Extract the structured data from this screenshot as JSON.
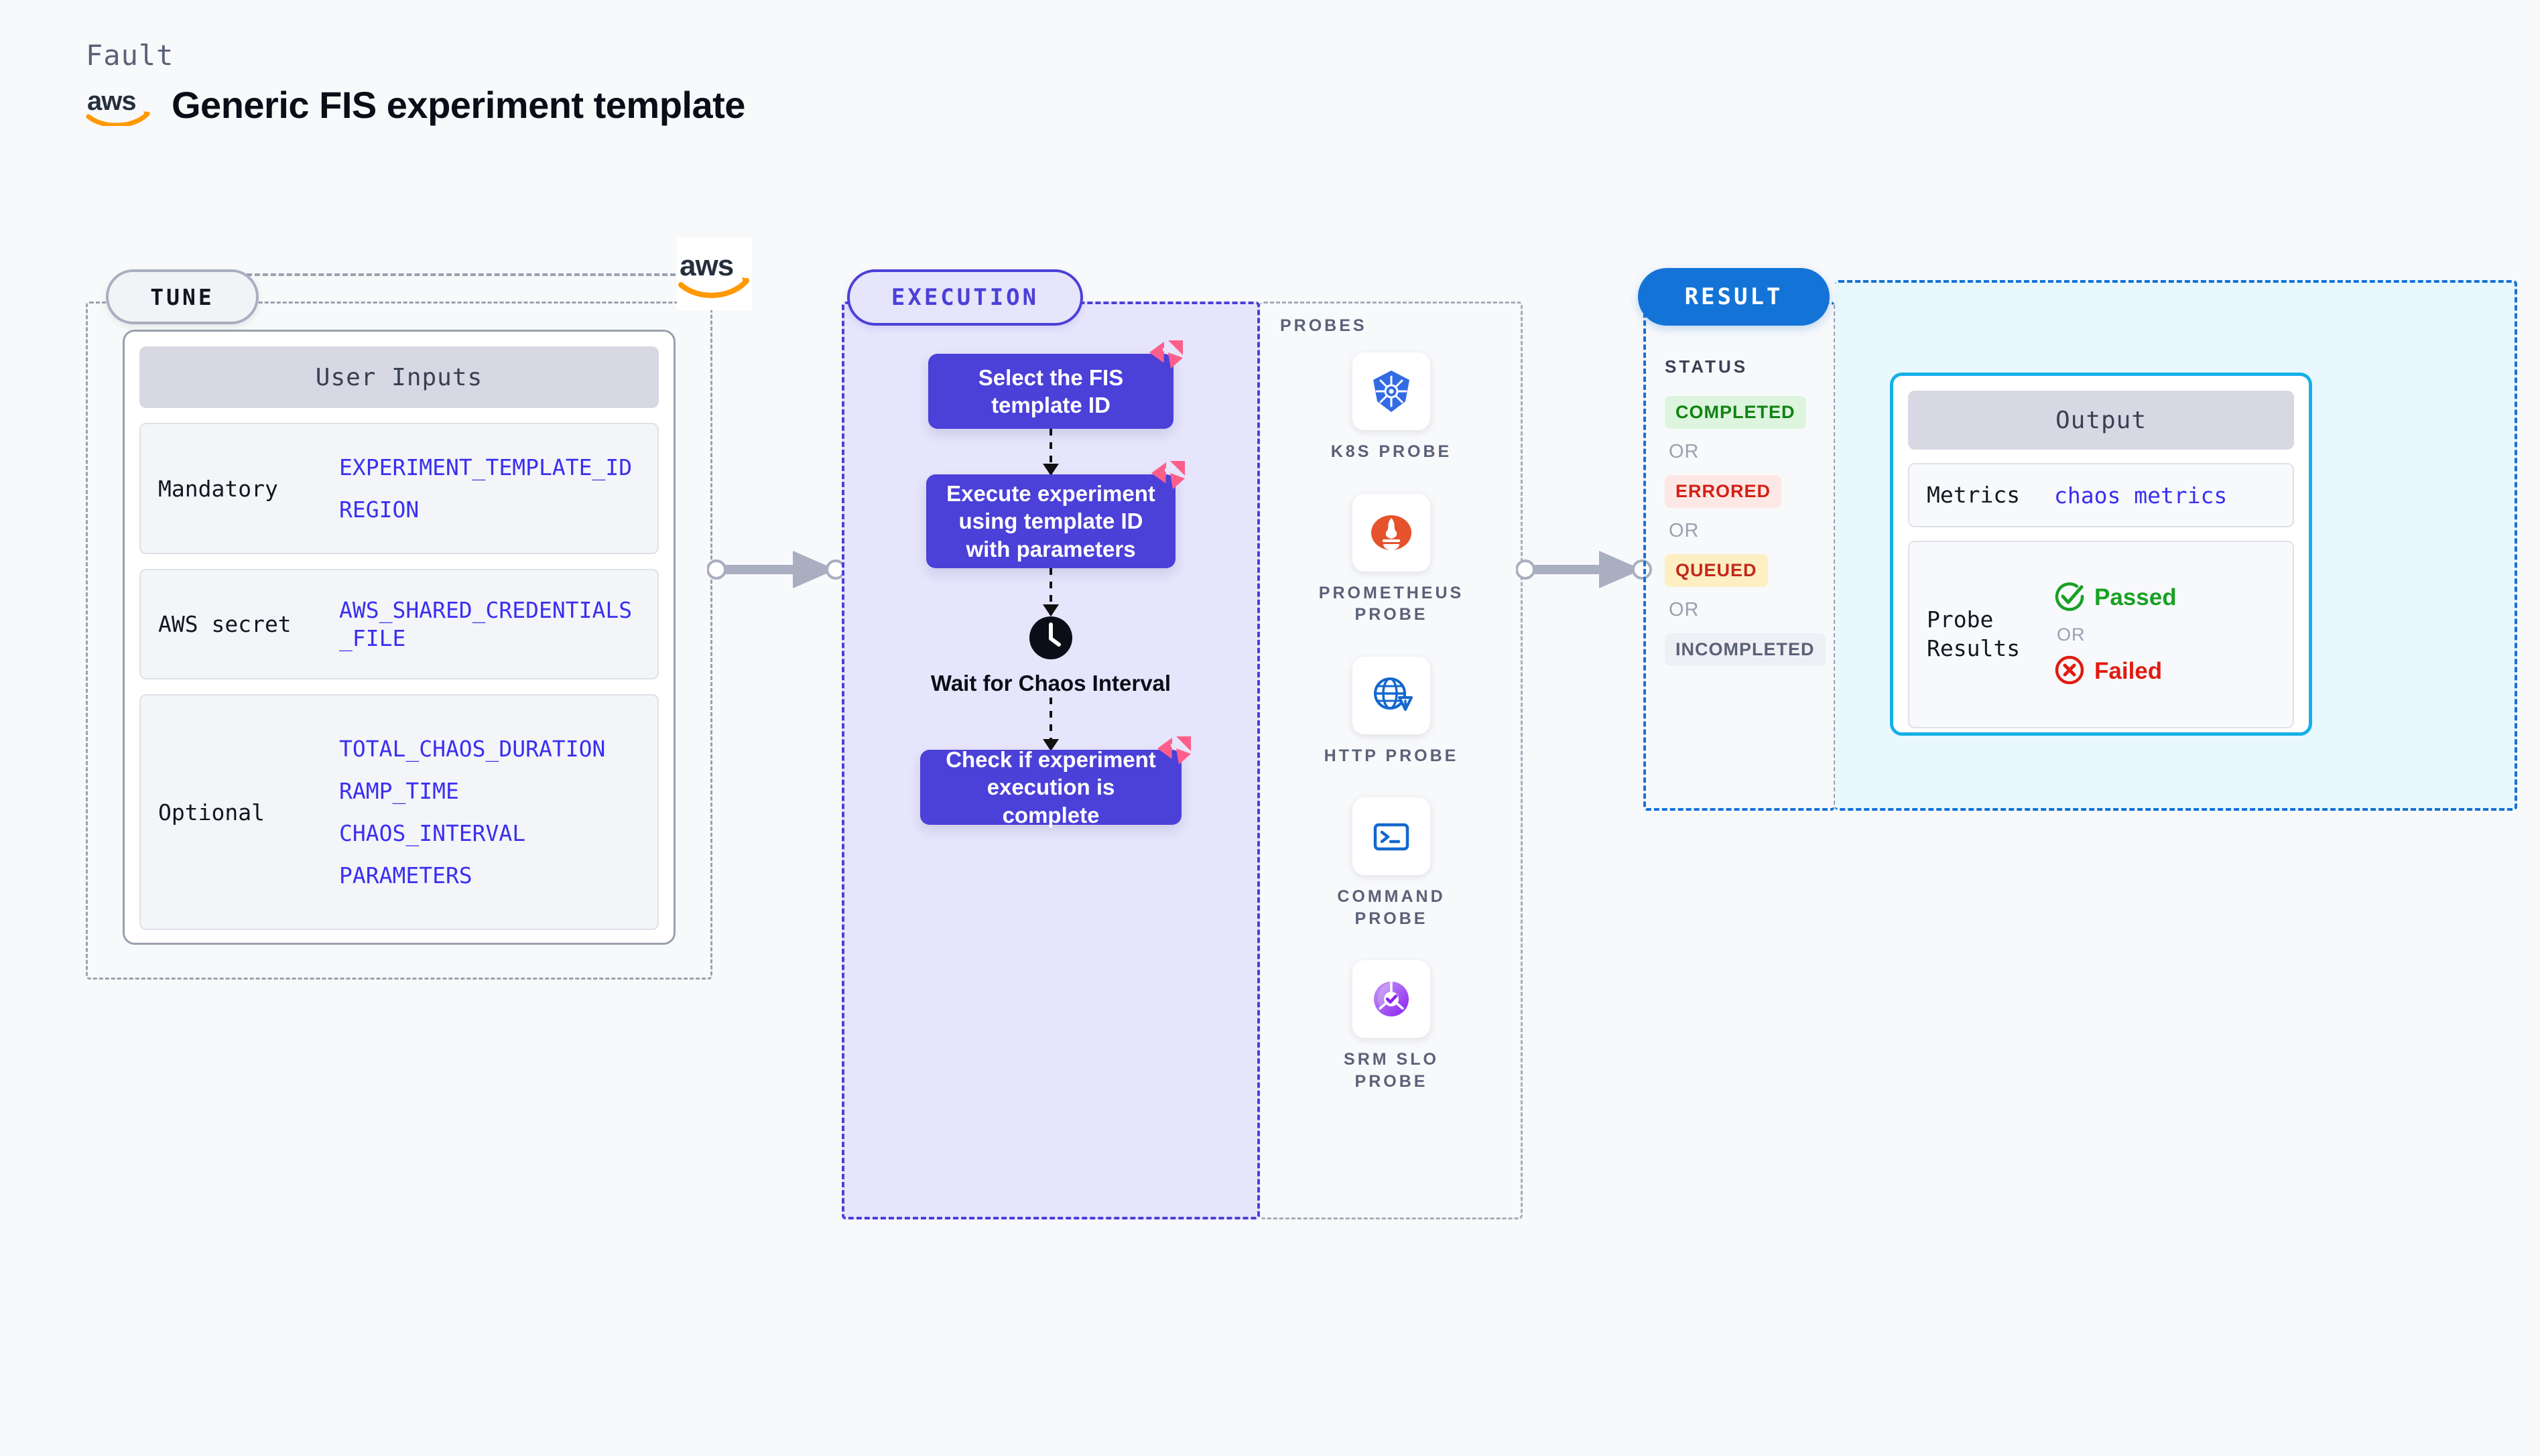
{
  "header": {
    "eyebrow": "Fault",
    "title": "Generic FIS experiment template",
    "logo_icon": "aws-logo"
  },
  "tune": {
    "badge": "TUNE",
    "provider_logo_icon": "aws-logo",
    "panel_title": "User Inputs",
    "rows": [
      {
        "label": "Mandatory",
        "values": [
          "EXPERIMENT_TEMPLATE_ID",
          "REGION"
        ]
      },
      {
        "label": "AWS secret",
        "values": [
          "AWS_SHARED_CREDENTIALS\n_FILE"
        ]
      },
      {
        "label": "Optional",
        "values": [
          "TOTAL_CHAOS_DURATION",
          "RAMP_TIME",
          "CHAOS_INTERVAL",
          "PARAMETERS"
        ]
      }
    ]
  },
  "execution": {
    "badge": "EXECUTION",
    "steps": [
      {
        "type": "box",
        "label": "Select the FIS template ID",
        "mark_icon": "harness-logo-icon"
      },
      {
        "type": "box",
        "label": "Execute experiment using template ID with parameters",
        "mark_icon": "harness-logo-icon"
      },
      {
        "type": "wait",
        "label": "Wait for Chaos Interval",
        "icon": "clock-icon"
      },
      {
        "type": "box",
        "label": "Check if experiment execution is complete",
        "mark_icon": "harness-logo-icon"
      }
    ]
  },
  "probes": {
    "heading": "PROBES",
    "items": [
      {
        "name": "K8S  PROBE",
        "icon": "kubernetes-icon"
      },
      {
        "name": "PROMETHEUS PROBE",
        "icon": "prometheus-icon"
      },
      {
        "name": "HTTP  PROBE",
        "icon": "http-globe-warning-icon"
      },
      {
        "name": "COMMAND PROBE",
        "icon": "terminal-icon"
      },
      {
        "name": "SRM SLO PROBE",
        "icon": "srm-slo-icon"
      }
    ]
  },
  "result": {
    "badge": "RESULT",
    "status_heading": "STATUS",
    "or_label": "OR",
    "statuses": [
      {
        "label": "COMPLETED",
        "style": "completed"
      },
      {
        "label": "ERRORED",
        "style": "errored"
      },
      {
        "label": "QUEUED",
        "style": "queued"
      },
      {
        "label": "INCOMPLETED",
        "style": "incompleted"
      }
    ]
  },
  "output": {
    "title": "Output",
    "metrics_label": "Metrics",
    "metrics_value": "chaos metrics",
    "probe_results_label": "Probe Results",
    "or_label": "OR",
    "passed_label": "Passed",
    "failed_label": "Failed",
    "passed_icon": "check-circle-icon",
    "failed_icon": "x-circle-icon"
  },
  "colors": {
    "page_bg": "#f8f9fb",
    "execution_purple": "#4b40d8",
    "execution_panel": "#e6e5fb",
    "result_blue": "#1473d6",
    "output_cyan": "#15b0e8",
    "output_panel": "#e8f8fd",
    "var_blue": "#3a2ff0",
    "harness_pink": "#ff5e8a",
    "aws_orange": "#ff9900",
    "passed_green": "#18a024",
    "failed_red": "#e01b0f",
    "muted": "#9aa0ae"
  }
}
